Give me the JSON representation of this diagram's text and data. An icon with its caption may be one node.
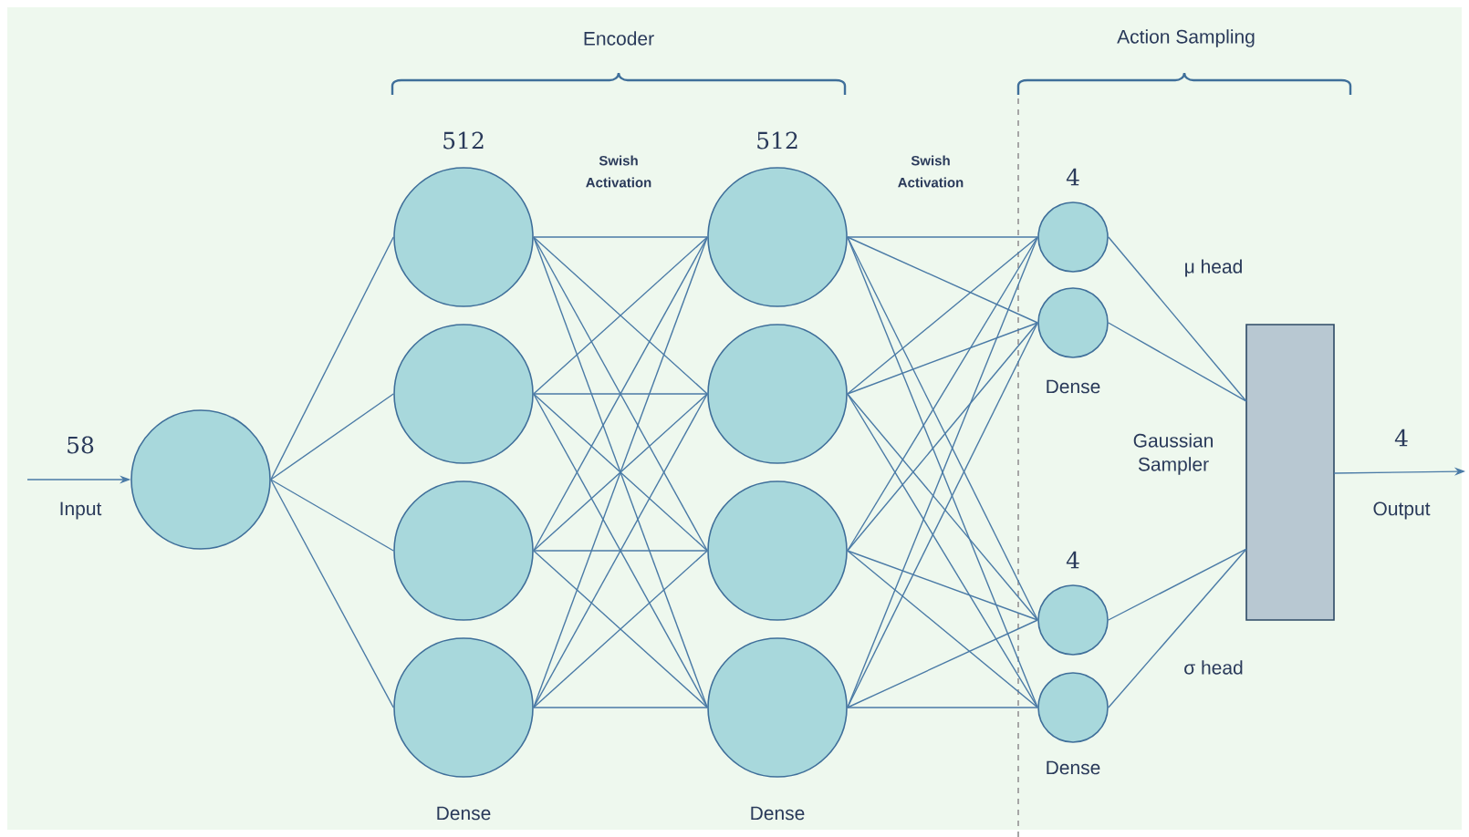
{
  "diagram": {
    "nodes": [
      {
        "text": [],
        "shape": "circle"
      },
      {
        "text": [],
        "shape": "circle"
      },
      {
        "text": [],
        "shape": "circle"
      },
      {
        "text": [],
        "shape": "circle"
      },
      {
        "text": [],
        "shape": "circle"
      },
      {
        "text": [],
        "shape": "circle"
      },
      {
        "text": [],
        "shape": "circle"
      },
      {
        "text": [],
        "shape": "circle"
      },
      {
        "text": [],
        "shape": "circle"
      },
      {
        "text": [],
        "shape": "circle"
      },
      {
        "text": [],
        "shape": "circle"
      },
      {
        "text": [],
        "shape": "circle"
      },
      {
        "text": [],
        "shape": "circle"
      },
      {
        "text": [],
        "shape": "box",
        "beside": [
          "Gaussian Sampler"
        ]
      }
    ],
    "edges": [
      {
        "from": null,
        "to": 0,
        "arrow": "to"
      },
      {
        "from": 0,
        "to": 1,
        "arrow": "none"
      },
      {
        "from": 0,
        "to": 2,
        "arrow": "none"
      },
      {
        "from": 0,
        "to": 3,
        "arrow": "none"
      },
      {
        "from": 0,
        "to": 4,
        "arrow": "none"
      },
      {
        "from": 1,
        "to": 5,
        "arrow": "none"
      },
      {
        "from": 1,
        "to": 6,
        "arrow": "none"
      },
      {
        "from": 1,
        "to": 7,
        "arrow": "none"
      },
      {
        "from": 1,
        "to": 8,
        "arrow": "none"
      },
      {
        "from": 2,
        "to": 5,
        "arrow": "none"
      },
      {
        "from": 2,
        "to": 6,
        "arrow": "none"
      },
      {
        "from": 2,
        "to": 7,
        "arrow": "none"
      },
      {
        "from": 2,
        "to": 8,
        "arrow": "none"
      },
      {
        "from": 3,
        "to": 5,
        "arrow": "none"
      },
      {
        "from": 3,
        "to": 6,
        "arrow": "none"
      },
      {
        "from": 3,
        "to": 7,
        "arrow": "none"
      },
      {
        "from": 3,
        "to": 8,
        "arrow": "none"
      },
      {
        "from": 4,
        "to": 5,
        "arrow": "none"
      },
      {
        "from": 4,
        "to": 6,
        "arrow": "none"
      },
      {
        "from": 4,
        "to": 7,
        "arrow": "none"
      },
      {
        "from": 4,
        "to": 8,
        "arrow": "none"
      },
      {
        "from": 5,
        "to": 9,
        "arrow": "none"
      },
      {
        "from": 5,
        "to": 10,
        "arrow": "none"
      },
      {
        "from": 5,
        "to": 11,
        "arrow": "none"
      },
      {
        "from": 5,
        "to": 12,
        "arrow": "none"
      },
      {
        "from": 6,
        "to": 9,
        "arrow": "none"
      },
      {
        "from": 6,
        "to": 10,
        "arrow": "none"
      },
      {
        "from": 6,
        "to": 11,
        "arrow": "none"
      },
      {
        "from": 6,
        "to": 12,
        "arrow": "none"
      },
      {
        "from": 7,
        "to": 9,
        "arrow": "none"
      },
      {
        "from": 7,
        "to": 10,
        "arrow": "none"
      },
      {
        "from": 7,
        "to": 11,
        "arrow": "none"
      },
      {
        "from": 7,
        "to": 12,
        "arrow": "none"
      },
      {
        "from": 8,
        "to": 9,
        "arrow": "none"
      },
      {
        "from": 8,
        "to": 10,
        "arrow": "none"
      },
      {
        "from": 8,
        "to": 11,
        "arrow": "none"
      },
      {
        "from": 8,
        "to": 12,
        "arrow": "none"
      },
      {
        "from": 9,
        "to": 13,
        "arrow": "none"
      },
      {
        "from": 10,
        "to": 13,
        "arrow": "none"
      },
      {
        "from": 11,
        "to": 13,
        "arrow": "none"
      },
      {
        "from": 12,
        "to": 13,
        "arrow": "none"
      },
      {
        "from": 13,
        "to": null,
        "arrow": "to"
      }
    ],
    "labels": [
      "Encoder",
      "Action Sampling",
      "512",
      "Swish Activation",
      "512",
      "Swish Activation",
      "4",
      "μ head",
      "Dense",
      "58",
      "Input",
      "4",
      "Output",
      "4",
      "σ head",
      "Dense",
      "Dense",
      "Dense"
    ]
  }
}
